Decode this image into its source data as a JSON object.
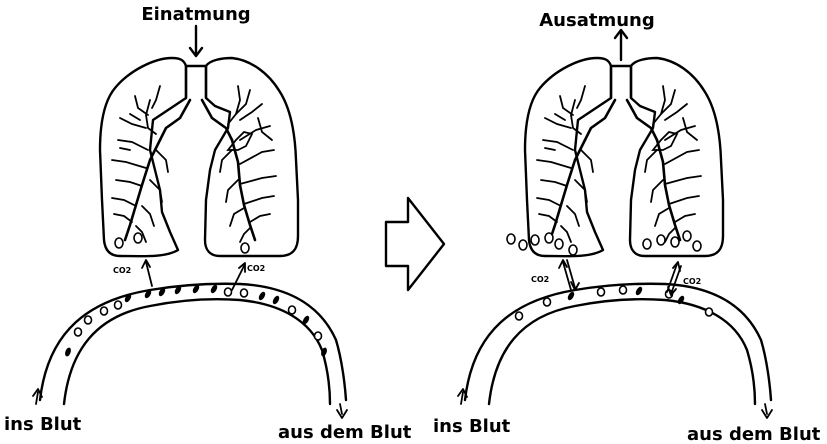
{
  "left": {
    "top_label": "Einatmung",
    "co2_left": "CO2",
    "co2_right": "CO2",
    "in_label": "ins Blut",
    "out_label": "aus dem Blut"
  },
  "right": {
    "top_label": "Ausatmung",
    "co2_left": "CO2",
    "co2_right": "CO2",
    "in_label": "ins Blut",
    "out_label": "aus dem Blut"
  }
}
